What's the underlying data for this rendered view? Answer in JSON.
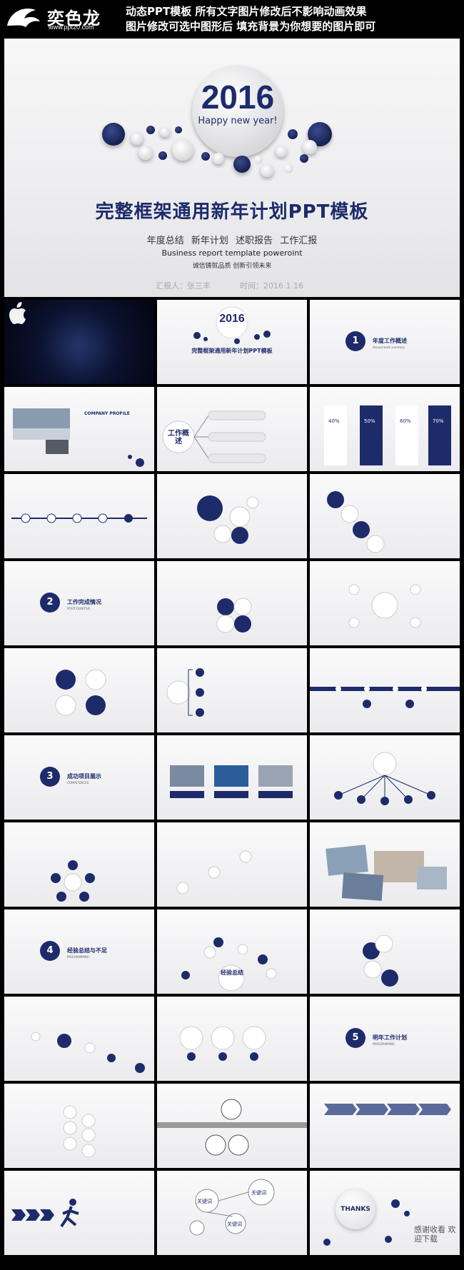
{
  "header": {
    "logo_name": "奕色龙",
    "logo_url": "www.ppt20.com",
    "note_line1": "动态PPT模板  所有文字图片修改后不影响动画效果",
    "note_line2": "图片修改可选中图形后  填充背景为你想要的图片即可"
  },
  "hero": {
    "year": "2016",
    "greeting": "Happy new year!",
    "title": "完整框架通用新年计划PPT模板",
    "subtitle": "年度总结  新年计划 述职报告  工作汇报",
    "english": "Business report template poweroint",
    "slogan": "诚信铸就品质  创新引领未来",
    "reporter": "汇报人：张三丰",
    "time": "时间：2016.1.16"
  },
  "thumbs": {
    "cover_year": "2016",
    "cover_title": "完整框架通用新年计划PPT模板",
    "s1_num": "1",
    "s1_label": "年度工作概述",
    "s1_en": "Annual work summary",
    "s2_num": "2",
    "s2_label": "工作完成情况",
    "s2_en": "POSTCOGNITIVE",
    "s3_num": "3",
    "s3_label": "成功项目展示",
    "s3_en": "COMPETENCES",
    "s4_num": "4",
    "s4_label": "经验总结与不足",
    "s4_en": "PROGRAMMING",
    "s5_num": "5",
    "s5_label": "明年工作计划",
    "s5_en": "PROGRAMMING",
    "company": "COMPANY PROFILE",
    "work_overview": "工作概述",
    "experience": "经验总结",
    "keyword": "关键词",
    "thanks": "THANKS",
    "thanks_cn": "感谢收看 欢迎下载",
    "pct1": "40%",
    "pct2": "50%",
    "pct3": "60%",
    "pct4": "70%"
  },
  "colors": {
    "brand_navy": "#1d2b6b",
    "background": "#000000"
  }
}
